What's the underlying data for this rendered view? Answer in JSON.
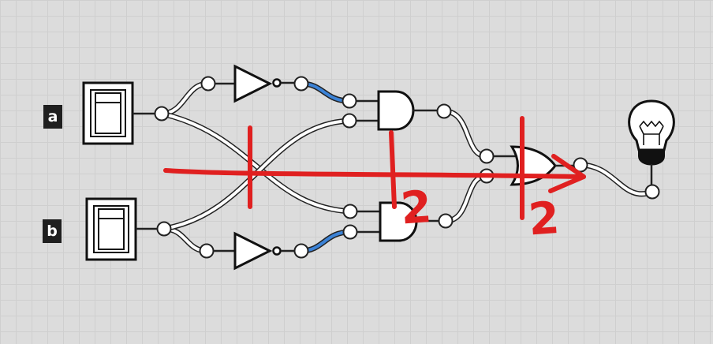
{
  "inputs": {
    "a": {
      "label": "a"
    },
    "b": {
      "label": "b"
    }
  },
  "gates": [
    "not",
    "not",
    "and",
    "and",
    "or"
  ],
  "output": {
    "icon": "lightbulb-icon"
  },
  "annotations": {
    "mark_and": "2",
    "mark_or": "2",
    "color": "#e02020"
  },
  "colors": {
    "active_wire": "#3b82d6",
    "background": "#dcdcdc"
  }
}
